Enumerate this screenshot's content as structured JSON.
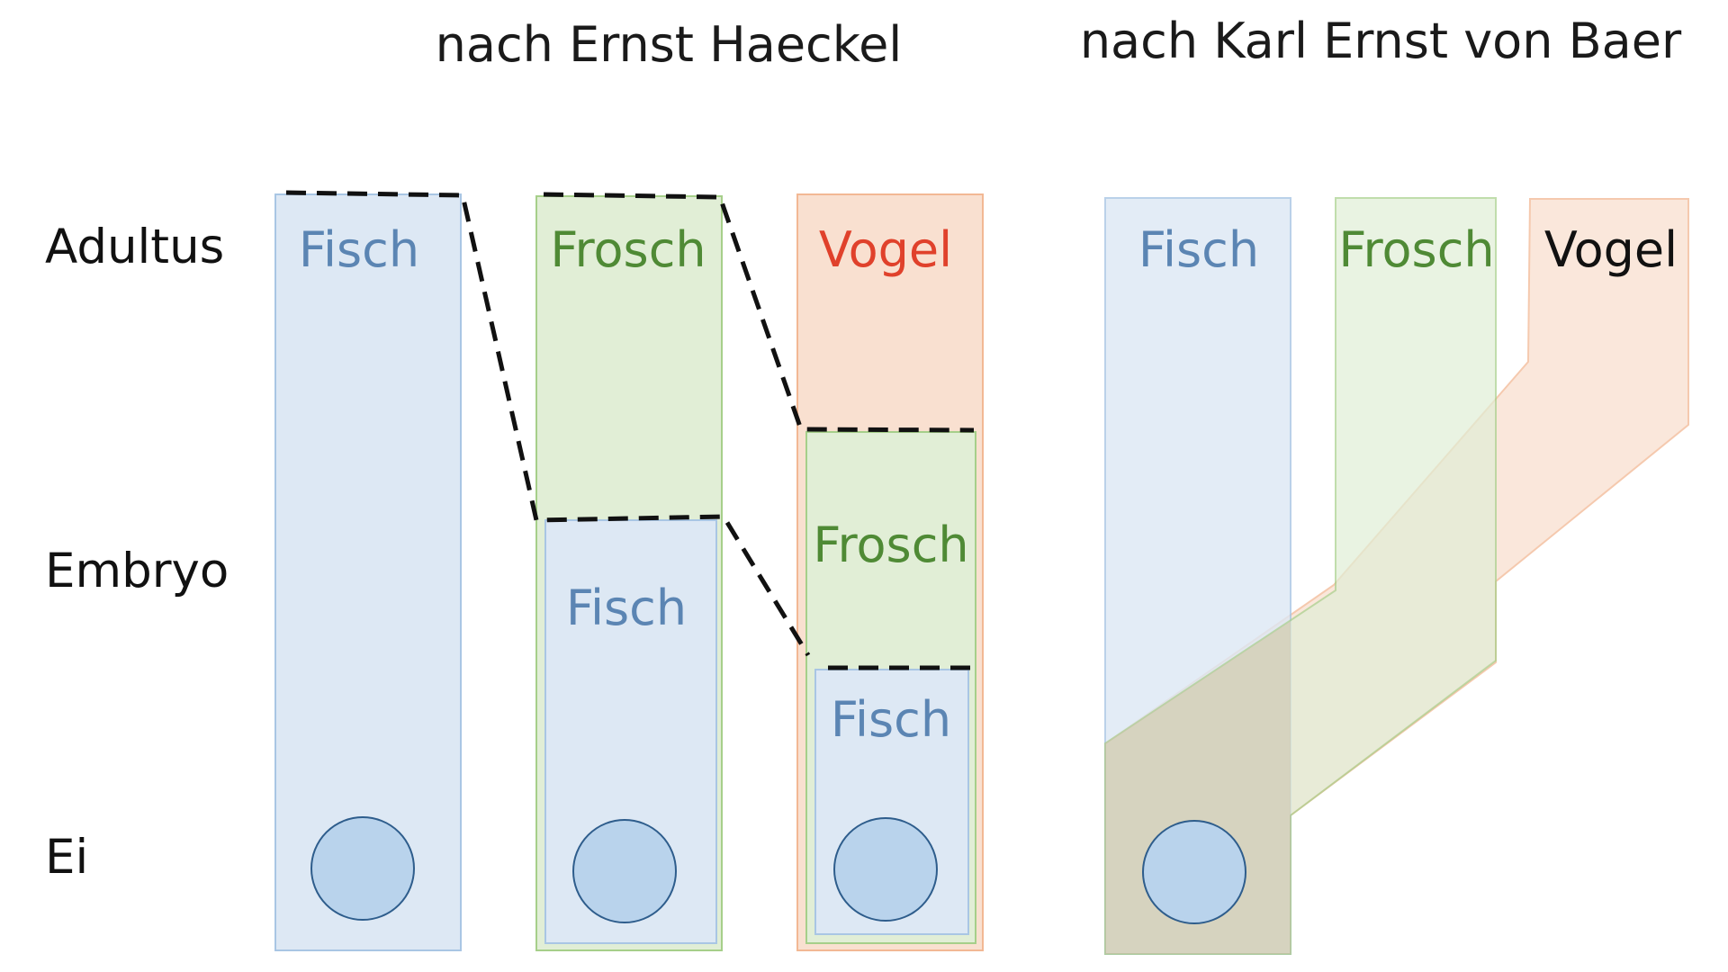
{
  "titles": {
    "haeckel": "nach Ernst Haeckel",
    "baer": "nach Karl Ernst von Baer"
  },
  "rows": {
    "adult": "Adultus",
    "embryo": "Embryo",
    "egg": "Ei"
  },
  "haeckel": {
    "fish_col": {
      "label": "Fisch"
    },
    "frog_col": {
      "label": "Frosch",
      "inner_fish": "Fisch"
    },
    "bird_col": {
      "label": "Vogel",
      "inner_frog": "Frosch",
      "inner_fish": "Fisch"
    }
  },
  "baer": {
    "fish_col": {
      "label": "Fisch"
    },
    "frog_col": {
      "label": "Frosch"
    },
    "bird_col": {
      "label": "Vogel"
    }
  },
  "colors": {
    "fish_fill": "#dde8f4",
    "fish_stroke": "#a9c6e4",
    "fish_text": "#5b85b3",
    "frog_fill": "#e1eed6",
    "frog_stroke": "#a6cf8a",
    "frog_text": "#4f8a35",
    "bird_fill": "#f9e0d0",
    "bird_stroke": "#f2b894",
    "bird_text": "#e0412b",
    "egg_fill": "#b9d3ec",
    "egg_stroke": "#2e5d8c",
    "dashed": "#111111"
  }
}
